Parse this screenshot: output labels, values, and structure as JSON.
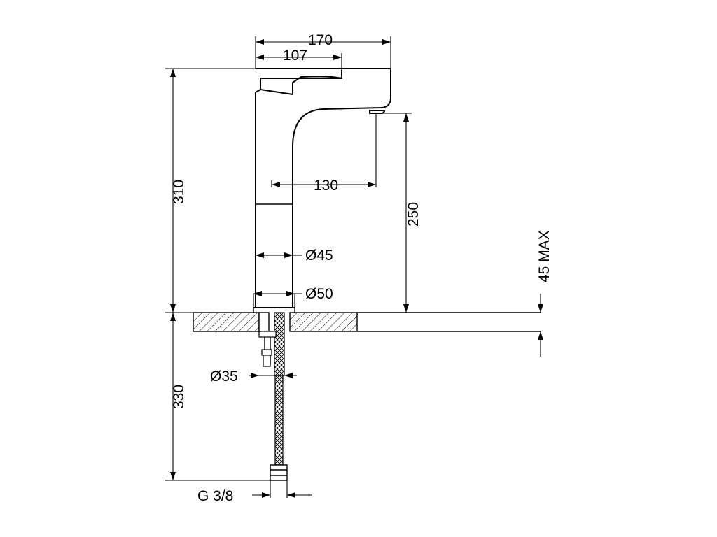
{
  "dimensions": {
    "width_total": "170",
    "width_lever": "107",
    "height_total": "310",
    "spout_reach": "130",
    "spout_height": "250",
    "deck_max": "45 MAX",
    "body_dia_upper": "Ø45",
    "body_dia_base": "Ø50",
    "shank_dia": "Ø35",
    "below_deck": "330",
    "thread": "G 3/8"
  },
  "colors": {
    "line": "#000000",
    "background": "#ffffff"
  }
}
